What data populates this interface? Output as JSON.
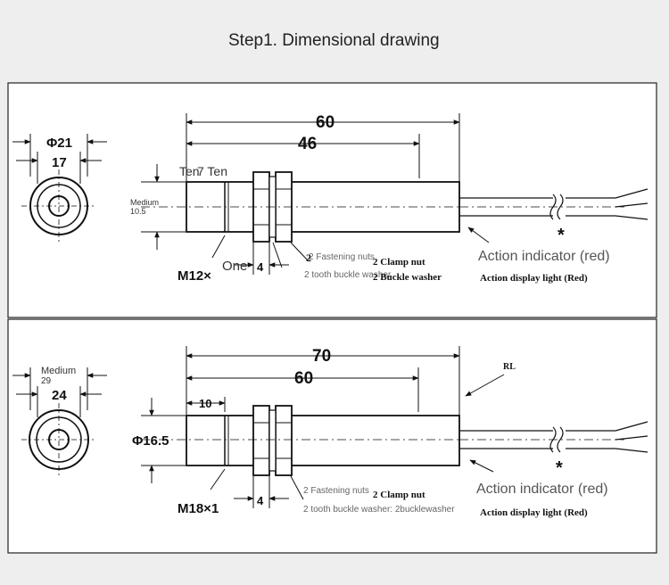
{
  "title": "Step1. Dimensional drawing",
  "top": {
    "face_dim_outer": "Φ21",
    "face_dim_inner": "17",
    "dim_total": "60",
    "dim_body": "46",
    "dia_label_a": "Ten",
    "dia_label_b": "7 Ten",
    "dia_label_medium": "Medium",
    "dia_label_value": "10.5",
    "thread": "M12×",
    "one_label": "One",
    "nut_width": "4",
    "note_nut_cn": "2",
    "note_fastening": "2 Fastening nuts",
    "note_washer": "2 tooth buckle washer",
    "note_clamp": "2 Clamp nut",
    "note_buckle": "2 Buckle washer",
    "indicator": "Action indicator (red)",
    "indicator_small": "Action display light (Red)"
  },
  "bottom": {
    "face_medium": "Medium",
    "face_value": "29",
    "face_dim_inner": "24",
    "dim_total": "70",
    "dim_body": "60",
    "dim_short": "10",
    "diameter": "Φ16.5",
    "thread": "M18×1",
    "nut_width": "4",
    "note_fastening": "2 Fastening nuts",
    "note_washer": "2 tooth buckle washer: 2bucklewasher",
    "note_clamp": "2 Clamp nut",
    "rl_label": "RL",
    "indicator": "Action indicator (red)",
    "indicator_small": "Action display light (Red)",
    "star": "*"
  },
  "star_top": "*"
}
